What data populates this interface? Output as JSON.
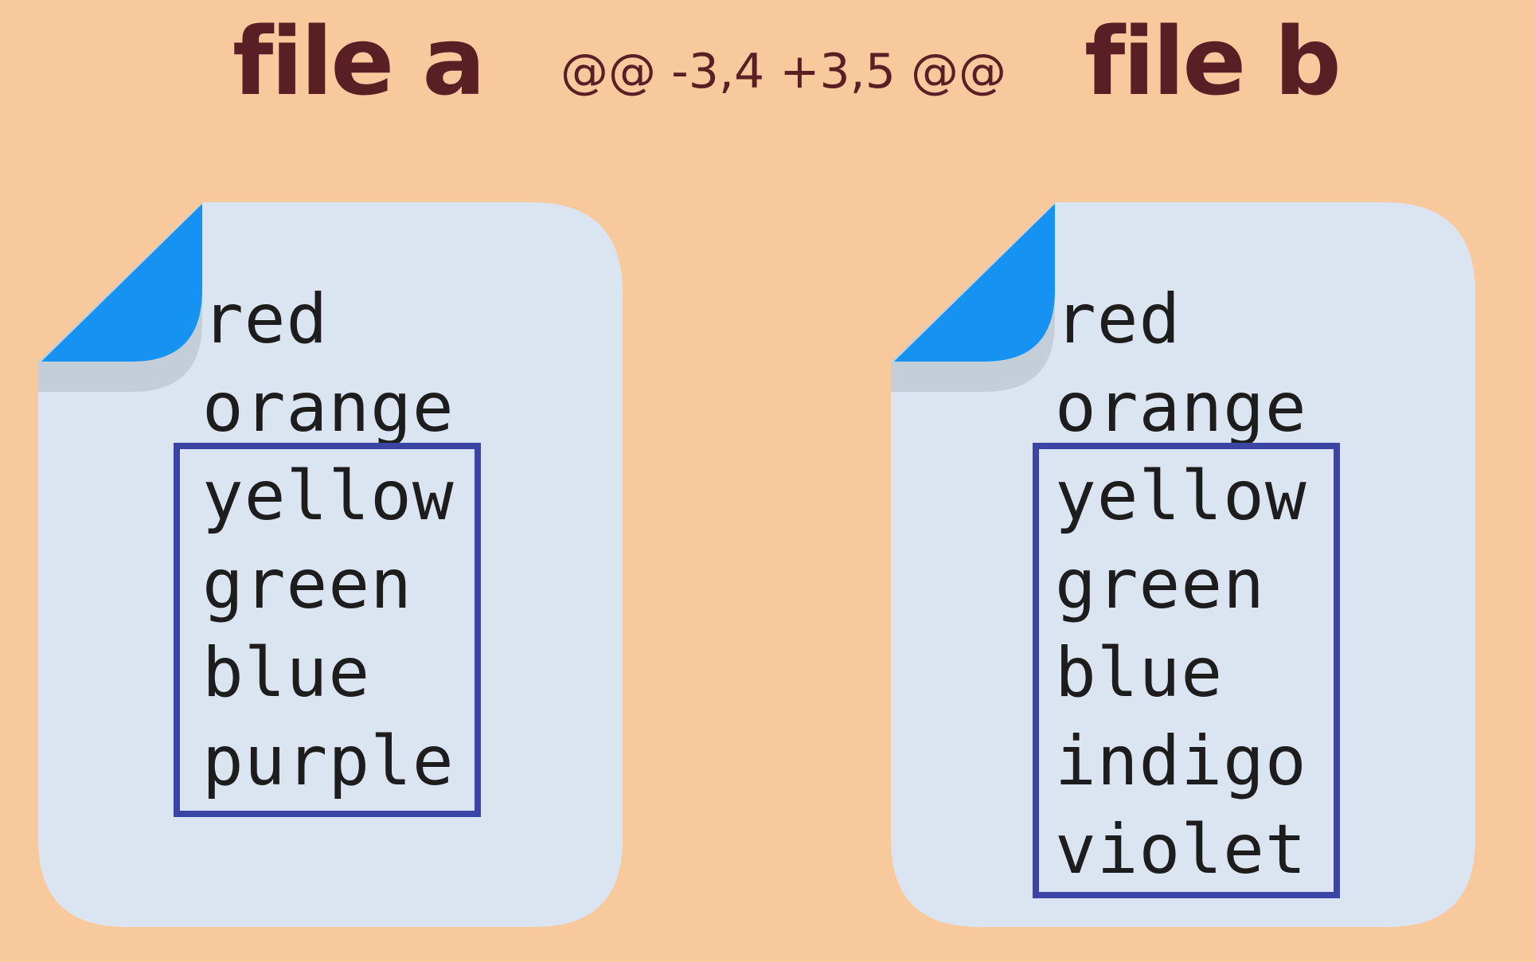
{
  "header": {
    "file_a_title": "file a",
    "hunk_header": "@@ -3,4 +3,5 @@",
    "file_b_title": "file b"
  },
  "colors": {
    "background": "#f9c99e",
    "title_text": "#5a1f24",
    "page_fill": "#dbe4f1",
    "page_fold": "#1592f2",
    "hunk_box_border": "#3b45a6"
  },
  "file_a": {
    "lines": [
      "red",
      "orange",
      "yellow",
      "green",
      "blue",
      "purple"
    ]
  },
  "file_b": {
    "lines": [
      "red",
      "orange",
      "yellow",
      "green",
      "blue",
      "indigo",
      "violet"
    ]
  }
}
